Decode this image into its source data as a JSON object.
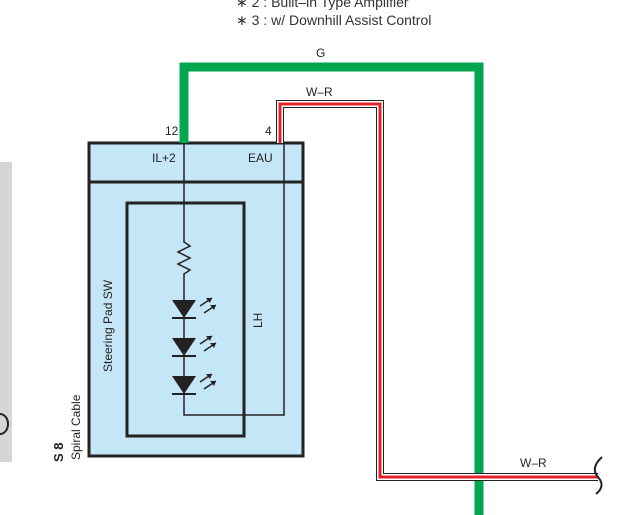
{
  "notes": [
    "∗ 2 : Built–in Type Amplifier",
    "∗ 3 : w/ Downhill Assist Control"
  ],
  "wires": {
    "green_label": "G",
    "red_label_top": "W–R",
    "red_label_bottom": "W–R"
  },
  "pins": {
    "pin_12": "12",
    "pin_4": "4",
    "terminal_il": "IL+2",
    "terminal_eau": "EAU"
  },
  "component": {
    "name": "Steering Pad SW",
    "side": "LH",
    "connector_id": "S 8",
    "connector_desc": "Spiral Cable"
  },
  "colors": {
    "green_wire": "#00a650",
    "red_wire": "#e0202a",
    "connector_fill": "#c5e6f7",
    "outline": "#222222"
  }
}
